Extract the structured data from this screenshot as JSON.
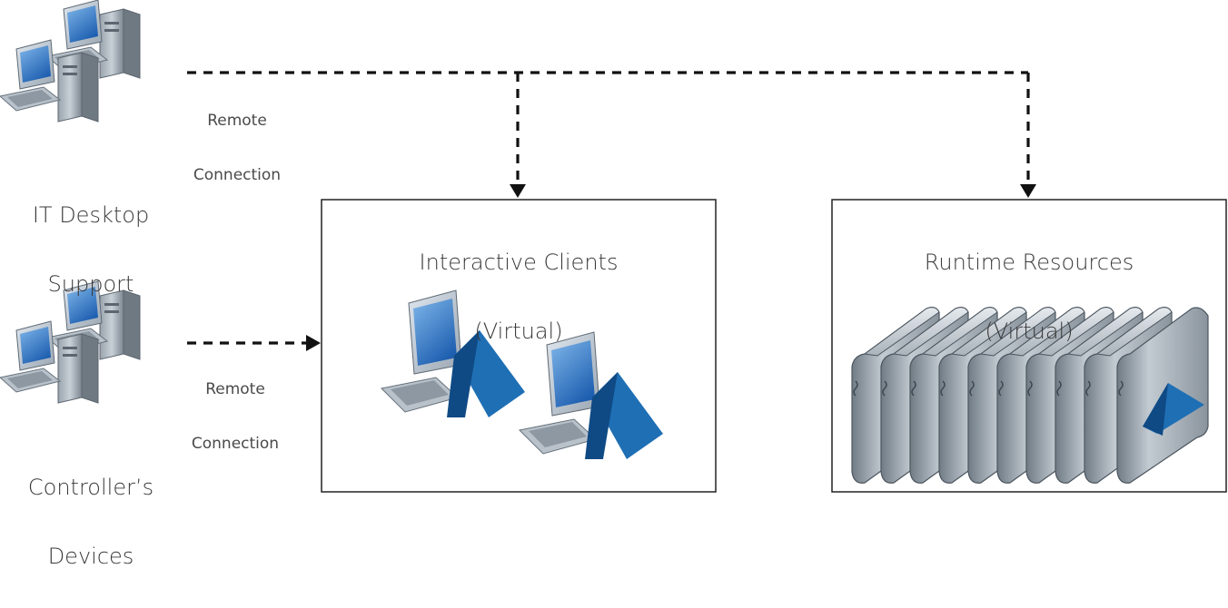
{
  "nodes": {
    "it_support": {
      "label_line1": "IT Desktop",
      "label_line2": "Support",
      "icon": "desktop-computers-icon"
    },
    "controllers": {
      "label_line1": "Controller’s",
      "label_line2": "Devices",
      "icon": "desktop-computers-icon"
    },
    "interactive_clients": {
      "title": "Interactive Clients",
      "subtitle": "(Virtual)",
      "icon": "virtual-workstation-icon"
    },
    "runtime_resources": {
      "title": "Runtime Resources",
      "subtitle": "(Virtual)",
      "icon": "blade-server-icon"
    }
  },
  "edges": [
    {
      "from": "it_support",
      "to": [
        "interactive_clients",
        "runtime_resources"
      ],
      "label_line1": "Remote",
      "label_line2": "Connection",
      "style": "dashed"
    },
    {
      "from": "controllers",
      "to": [
        "interactive_clients"
      ],
      "label_line1": "Remote",
      "label_line2": "Connection",
      "style": "dashed"
    }
  ],
  "colors": {
    "line": "#111111",
    "accent_blue": "#1f6fb5",
    "accent_dark_blue": "#0f4a85",
    "server_gray": "#8f9aa3",
    "monitor_blue": "#2b7fd0"
  }
}
